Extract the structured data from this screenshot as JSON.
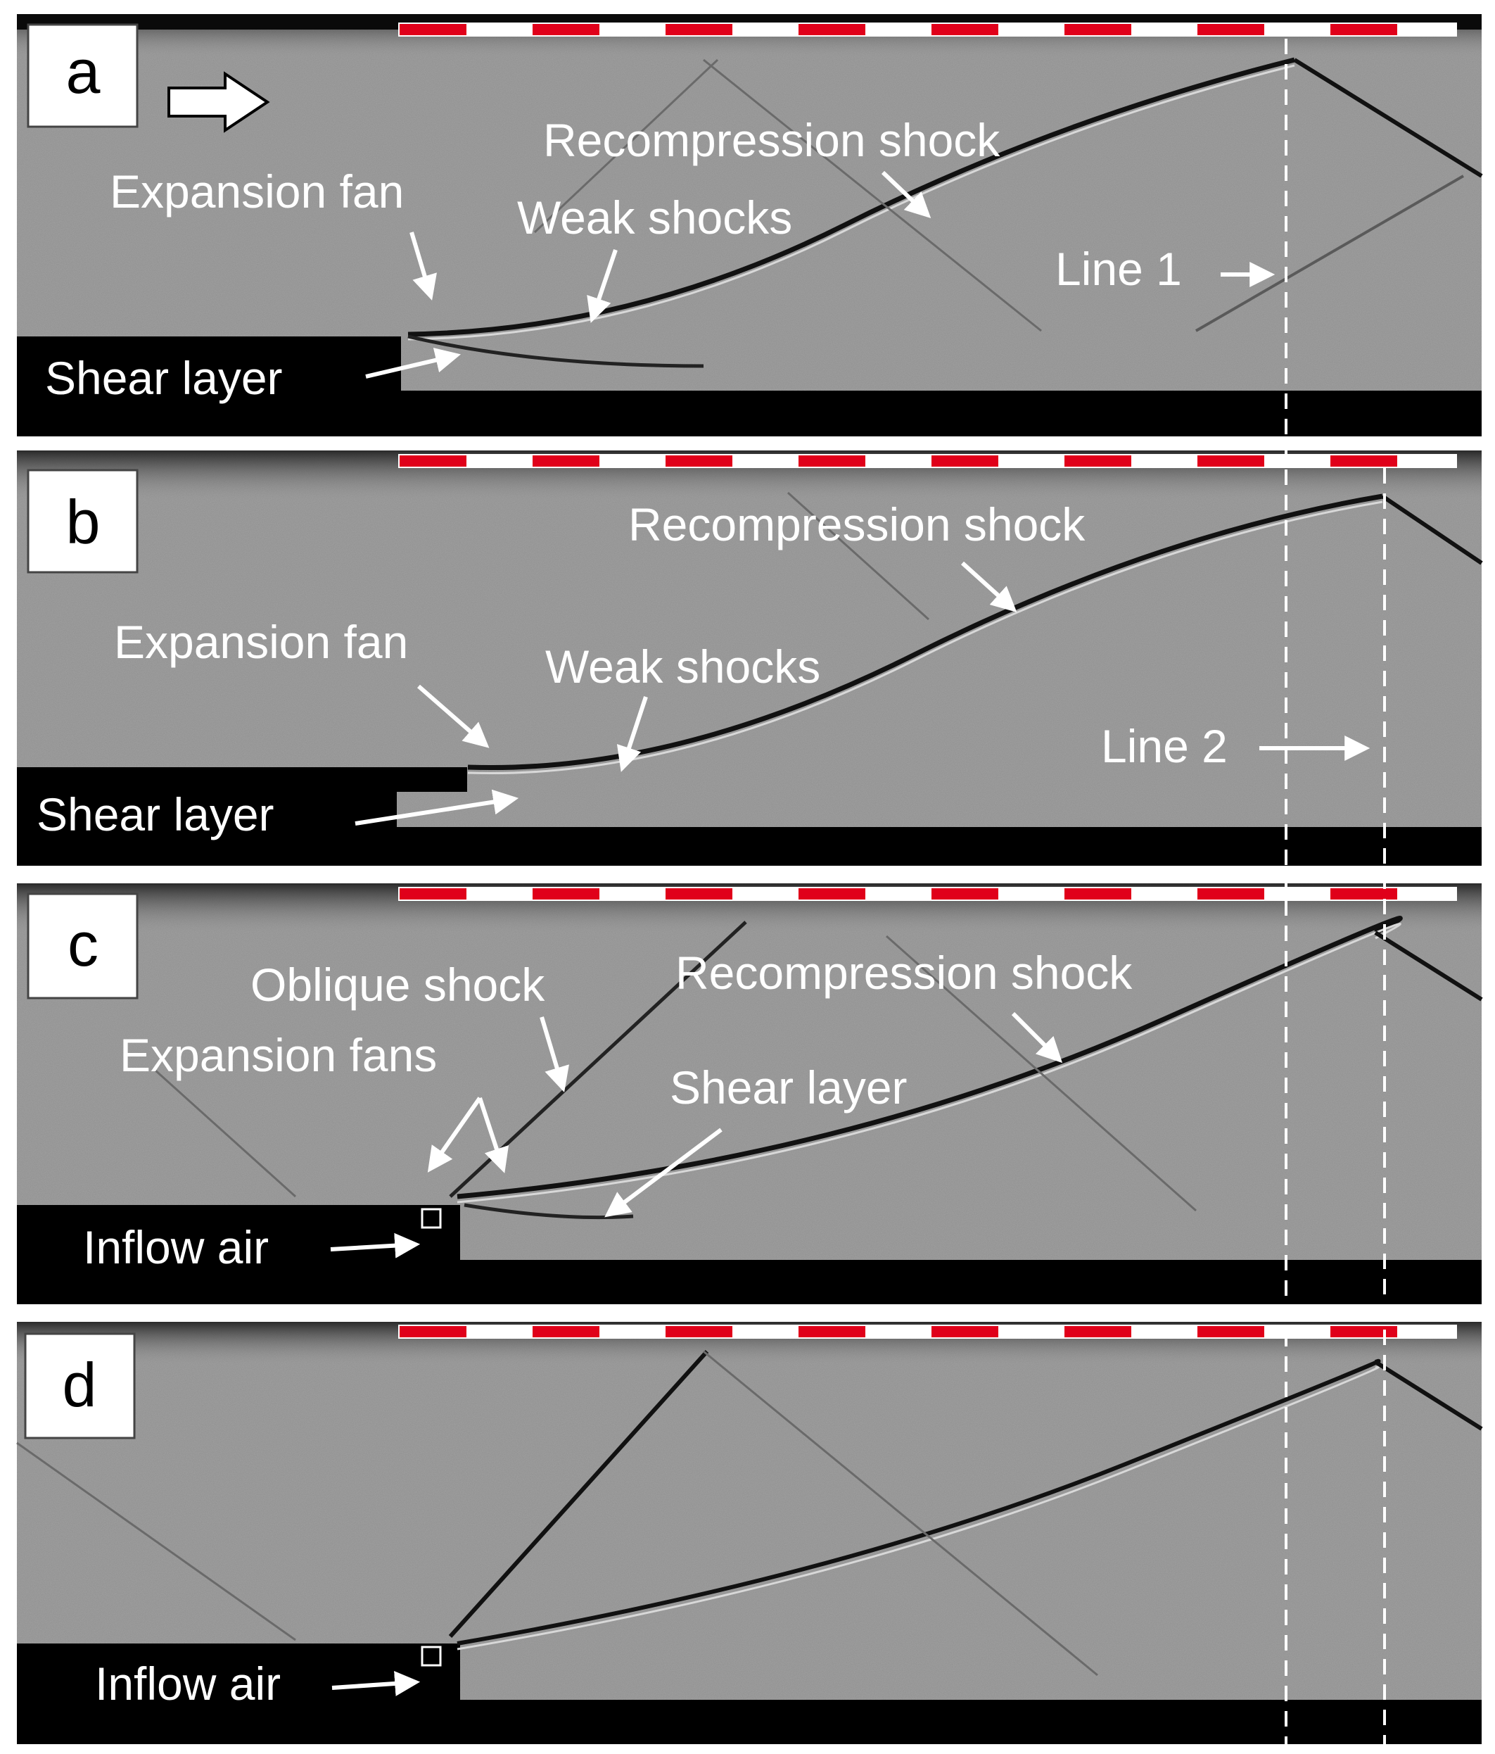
{
  "figure": {
    "panels": [
      {
        "id": "a",
        "label": "a",
        "has_flow_arrow": true,
        "annotations": [
          "Recompression shock",
          "Expansion fan",
          "Weak shocks",
          "Line 1",
          "Shear layer"
        ]
      },
      {
        "id": "b",
        "label": "b",
        "has_flow_arrow": false,
        "annotations": [
          "Recompression shock",
          "Expansion fan",
          "Weak shocks",
          "Line 2",
          "Shear layer"
        ]
      },
      {
        "id": "c",
        "label": "c",
        "has_flow_arrow": false,
        "annotations": [
          "Oblique shock",
          "Recompression shock",
          "Expansion fans",
          "Shear layer",
          "Inflow air"
        ]
      },
      {
        "id": "d",
        "label": "d",
        "has_flow_arrow": false,
        "annotations": [
          "Inflow air"
        ]
      }
    ],
    "colors": {
      "background_gray": "#8f8f8f",
      "wall_black": "#000000",
      "scale_red": "#e0001a",
      "scale_white": "#ffffff",
      "annotation_text": "#ffffff"
    },
    "icons": [
      "flow-direction-arrow-icon",
      "annotation-arrow-icon",
      "injector-marker-icon"
    ]
  }
}
